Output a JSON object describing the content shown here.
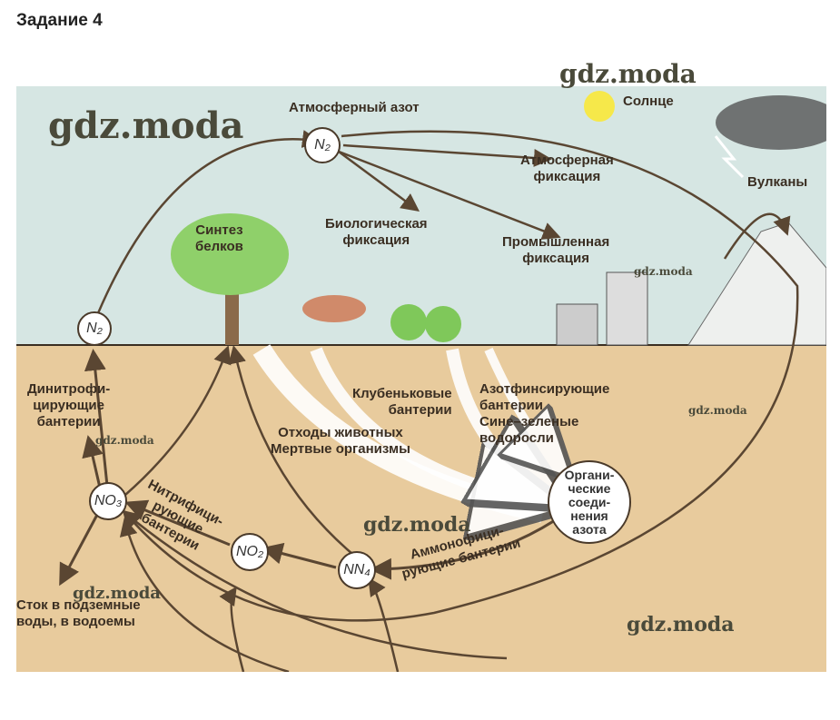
{
  "title": "Задание 4",
  "nodes": {
    "n2_top": "N₂",
    "n2_left": "N₂",
    "no3": "NO₃",
    "no2": "NO₂",
    "nn4": "NN₄",
    "organic": "Органи-\nческие\nсоеди-\nнения\nазота"
  },
  "labels": {
    "atmospheric_nitrogen": "Атмосферный азот",
    "sun": "Солнце",
    "atmospheric_fixation": "Атмосферная\nфиксация",
    "volcanoes": "Вулканы",
    "protein_synthesis": "Синтез\nбелков",
    "biological_fixation": "Биологическая\nфиксация",
    "industrial_fixation": "Промышленная\nфиксация",
    "denitrifying": "Динитрофи-\nцирующие\nбантерии",
    "nodule_bacteria": "Клубеньковые\nбантерии",
    "nitrogen_fixing": "Азотфинсирующие\nбантерии\nСине–зеленые\nводоросли",
    "waste": "Отходы животных\nМертвые организмы",
    "nitrifying": "Нитрифици-\nрующие\nбантерии",
    "ammonifying": "Аммонофици-\nрующие бантерии",
    "runoff": "Сток в подземные\nводы, в водоемы"
  },
  "watermark": "gdz.moda",
  "colors": {
    "sky": "#cfe3e6",
    "soil": "#e6c79a",
    "arrow": "#5a4632"
  }
}
